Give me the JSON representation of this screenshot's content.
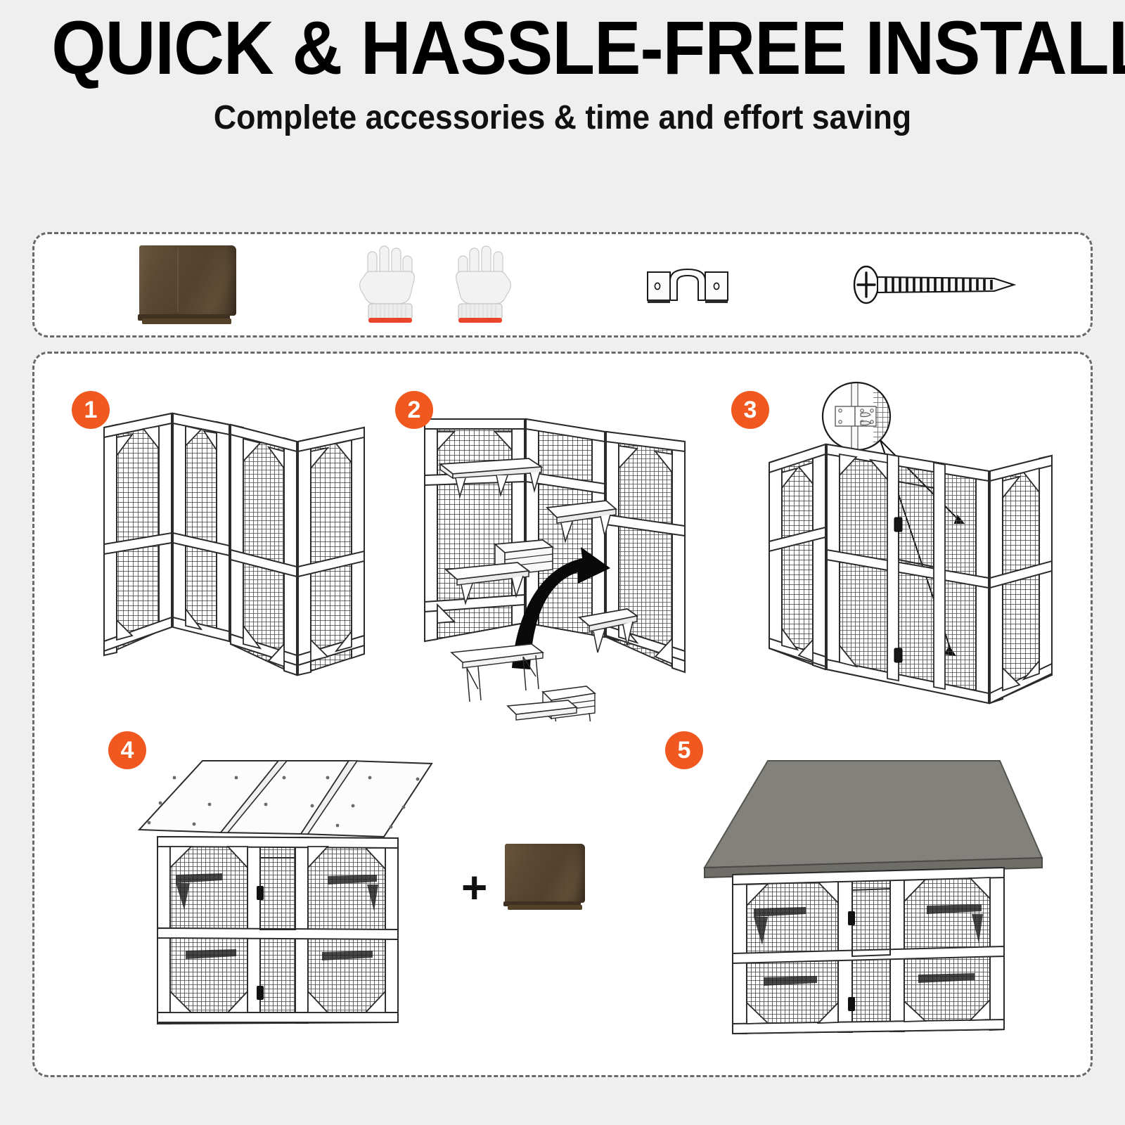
{
  "header": {
    "title": "QUICK & HASSLE-FREE INSTALLATION",
    "subtitle": "Complete accessories & time and effort saving"
  },
  "accessories": {
    "items": [
      {
        "name": "waterproof-cover",
        "icon": "folded-brown-tarp-icon"
      },
      {
        "name": "work-gloves",
        "icon": "white-knit-gloves-icon"
      },
      {
        "name": "mounting-bracket",
        "icon": "pipe-strap-bracket-icon"
      },
      {
        "name": "screw",
        "icon": "phillips-screw-icon"
      }
    ]
  },
  "steps": [
    {
      "number": "1",
      "name": "assemble-wall-panels",
      "icon": "mesh-enclosure-three-walls-icon"
    },
    {
      "number": "2",
      "name": "install-shelves-and-ramps",
      "icon": "mesh-enclosure-with-shelves-icon"
    },
    {
      "number": "3",
      "name": "attach-door-hinges",
      "icon": "mesh-enclosure-with-door-hinge-detail-icon"
    },
    {
      "number": "4",
      "name": "mount-roof-panels",
      "icon": "enclosure-with-roof-panels-icon"
    },
    {
      "number": "5",
      "name": "fit-waterproof-cover",
      "icon": "finished-enclosure-with-cover-icon"
    }
  ],
  "combine": {
    "plus_label": "+",
    "cover_icon": "folded-brown-tarp-icon"
  },
  "colors": {
    "badge": "#f0581f",
    "background": "#efefef",
    "panel": "#ffffff",
    "panel_border": "#6a6a6a",
    "tarp_brown": "#5b4833",
    "roof_gray": "#7c7c78",
    "glove_cuff": "#e8452a"
  }
}
